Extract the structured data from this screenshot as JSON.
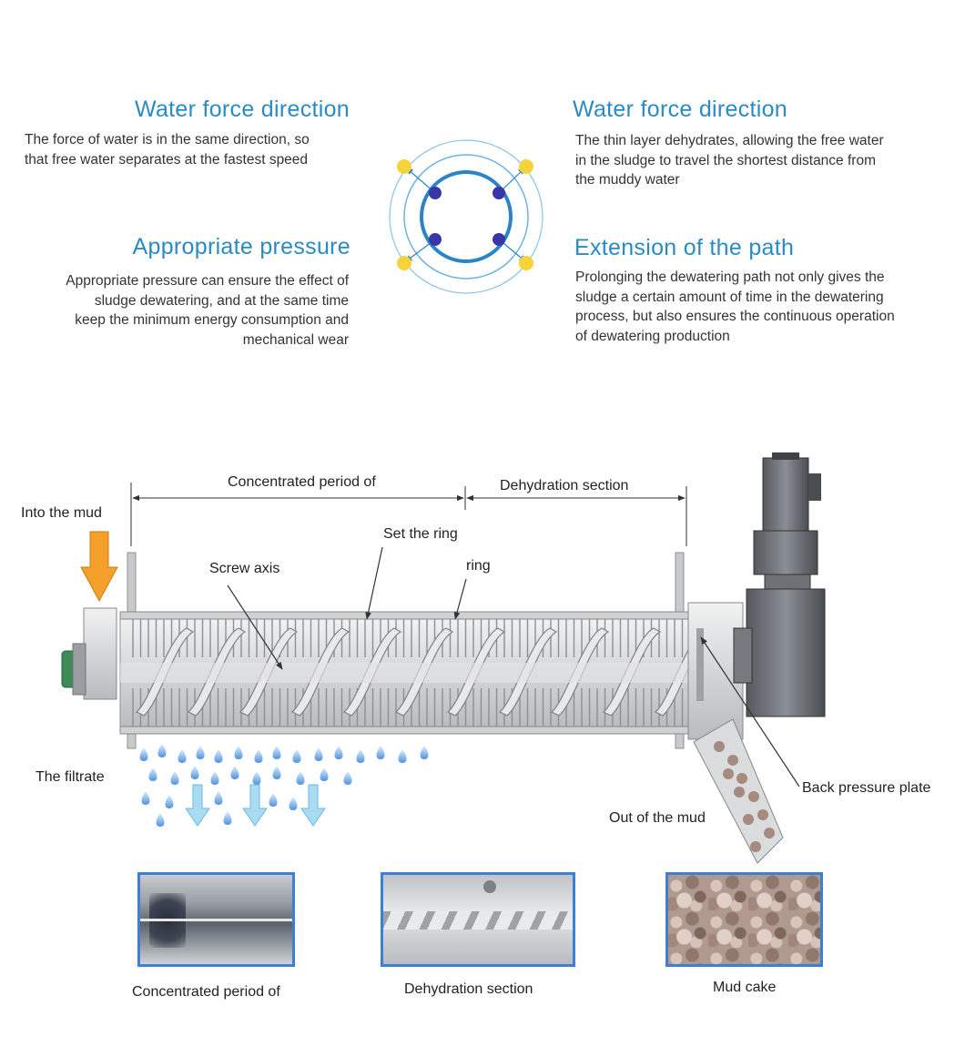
{
  "features": {
    "top_left": {
      "title": "Water force direction",
      "desc_lines": [
        "The force of water is in the same direction, so",
        "that free water separates at the fastest speed"
      ]
    },
    "top_right": {
      "title": "Water force direction",
      "desc_lines": [
        "The thin layer dehydrates, allowing the free water",
        "in the sludge to travel the shortest distance from",
        "the muddy water"
      ]
    },
    "bottom_left": {
      "title": "Appropriate pressure",
      "desc_lines": [
        "Appropriate pressure can ensure the effect of",
        "sludge dewatering, and at the same time",
        "keep the minimum energy consumption and",
        "mechanical wear"
      ]
    },
    "bottom_right": {
      "title": "Extension of the path",
      "desc_lines": [
        "Prolonging the dewatering path not only gives the",
        "sludge a certain amount of time in the dewatering",
        "process, but also ensures the continuous operation",
        "of dewatering production"
      ]
    }
  },
  "diagram_labels": {
    "concentrated": "Concentrated period of",
    "dehydration": "Dehydration section",
    "into_mud": "Into the mud",
    "set_ring": "Set the ring",
    "screw_axis": "Screw axis",
    "ring": "ring",
    "filtrate": "The filtrate",
    "back_pressure": "Back pressure plate",
    "out_mud": "Out of the mud"
  },
  "thumbnails": [
    {
      "caption": "Concentrated period of",
      "icon": "concentrated-photo"
    },
    {
      "caption": "Dehydration section",
      "icon": "dehydration-photo"
    },
    {
      "caption": "Mud cake",
      "icon": "mud-cake-photo"
    }
  ],
  "colors": {
    "title_blue": "#2a8bc4",
    "ring_blue": "#2b84c6",
    "node_yellow": "#f5d33a",
    "node_navy": "#3b36a8",
    "arrow_orange": "#f5a02a",
    "arrow_light_blue": "#a9dcf2",
    "thumb_border": "#3d7fd0"
  }
}
